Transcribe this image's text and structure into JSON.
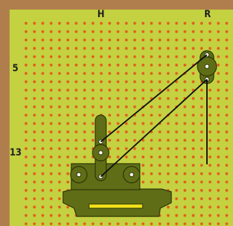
{
  "board": {
    "background": "#c4d141",
    "hole_color": "#e0611e",
    "frame_color": "#b07e4c"
  },
  "labels": {
    "col_h": "H",
    "col_r": "R",
    "row_5": "5",
    "row_13": "13"
  },
  "machine": {
    "color": "#5f6d16",
    "outline": "#2a3206",
    "string_color": "#111111",
    "slot_color": "#f2e21b"
  }
}
